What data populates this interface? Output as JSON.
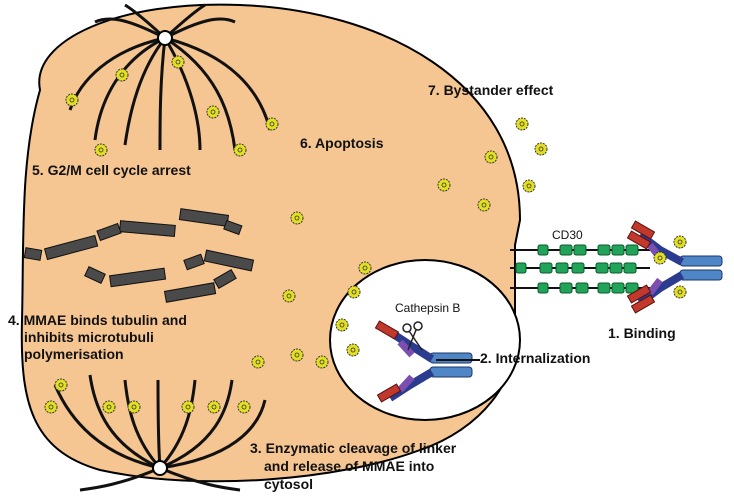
{
  "labels": {
    "step1": "1. Binding",
    "step2": "2. Internalization",
    "step3_l1": "3. Enzymatic cleavage of linker",
    "step3_l2": "and release of MMAE into",
    "step3_l3": "cytosol",
    "step4_l1": "4. MMAE binds tubulin and",
    "step4_l2": "inhibits microtubuli",
    "step4_l3": "polymerisation",
    "step5": "5. G2/M cell cycle arrest",
    "step6": "6. Apoptosis",
    "step7": "7. Bystander effect",
    "receptor": "CD30",
    "enzyme": "Cathepsin B"
  },
  "colors": {
    "cell_fill": "#f5c592",
    "outline": "#000000",
    "mmae_fill": "#e3e024",
    "receptor_green": "#22a35a",
    "antibody_light": "#4f86c6",
    "antibody_dark": "#2b3b8f",
    "drug_red": "#c0392b",
    "tubulin": "#4a4a4a"
  },
  "icons": {
    "payload": "mmae-molecule-icon",
    "scissors": "scissors-icon"
  }
}
